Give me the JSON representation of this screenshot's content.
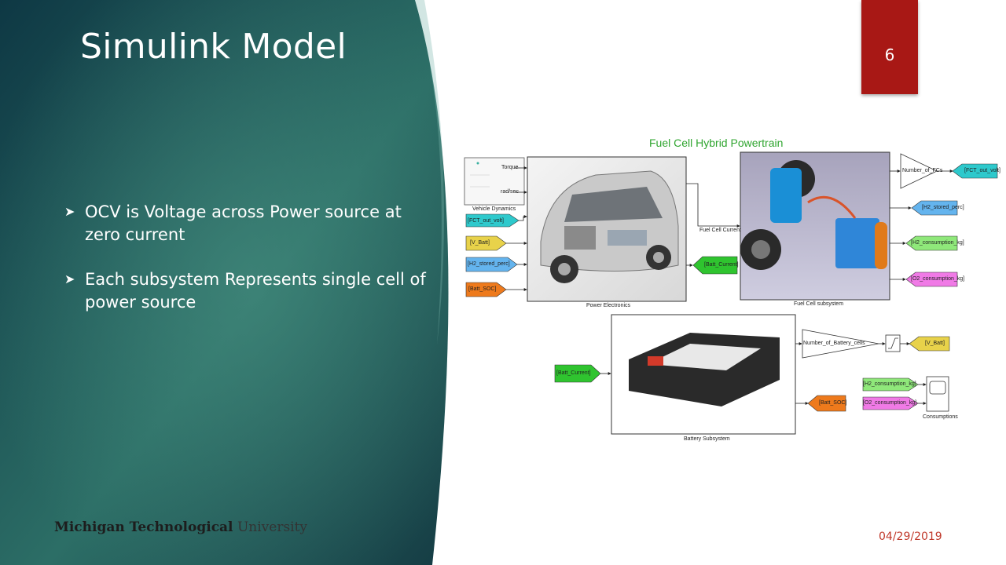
{
  "slide": {
    "title": "Simulink Model",
    "page_number": "6",
    "date": "04/29/2019",
    "bullets": [
      "OCV is Voltage across Power source at zero current",
      "Each subsystem Represents single cell of power source"
    ],
    "logo": {
      "bold": "Michigan Technological",
      "regular": "University"
    }
  },
  "diagram": {
    "title": "Fuel Cell Hybrid Powertrain",
    "blocks": {
      "vehicle_dynamics": {
        "label": "Vehicle Dynamics",
        "port_torque": "Torque",
        "port_rad": "rad/sec"
      },
      "power_electronics": "Power Electronics",
      "fuel_cell_subsystem": "Fuel Cell subsystem",
      "battery_subsystem": "Battery Subsystem",
      "consumptions": "Consumptions",
      "fuel_cell_current": "Fuel Cell Current",
      "gain_fcs": "Number_of_FCs",
      "gain_battery": "Number_of_Battery_cells"
    },
    "tags_left": [
      "[FCT_out_volt]",
      "[V_Batt]",
      "[H2_stored_perc]",
      "[Batt_SOC]"
    ],
    "tag_batt_current_out": "[Batt_Current]",
    "tags_right": [
      "[FCT_out_volt]",
      "[H2_stored_perc]",
      "[H2_consumption_kg]",
      "[O2_consumption_kg]"
    ],
    "tag_batt_current_in": "[Batt_Current]",
    "tag_v_batt": "[V_Batt]",
    "tag_batt_soc": "[Batt_SOC]",
    "tags_consumption": [
      "[H2_consumption_kg]",
      "[O2_consumption_kg]"
    ],
    "colors": {
      "cyan": "#2ec9cc",
      "yellow": "#e8d24a",
      "blue": "#64b4ee",
      "orange": "#ee7a1c",
      "green": "#2fc42f",
      "light_green": "#8fe87a",
      "pink": "#f07ae6",
      "title_green": "#2fa52f"
    }
  }
}
